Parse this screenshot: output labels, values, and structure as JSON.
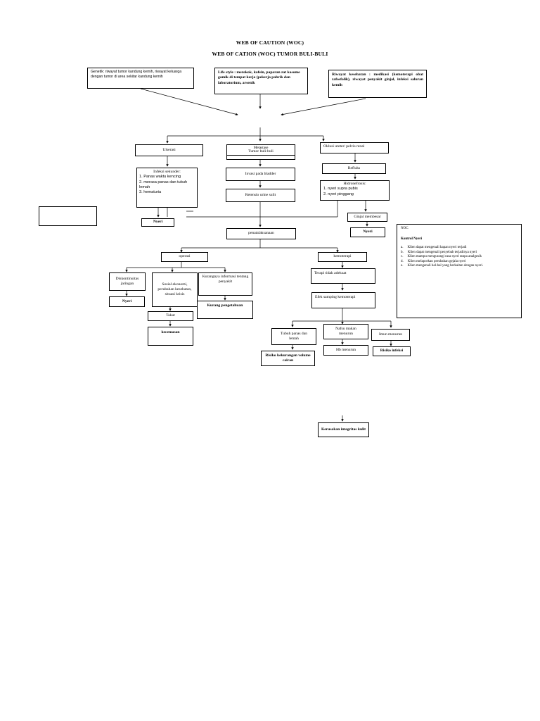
{
  "title1": "WEB OF CAUTION (WOC)",
  "title2": "WEB OF CATION (WOC) TUMOR BULI-BULI",
  "risks": {
    "genetik": "Genetik: riwayat tumor kandung kemih, riwayat keluarga dengan tumor di area sekitar kandung kemih",
    "lifestyle": "Life style : merokok, kafein, paparan zat kasome gamik di tempat kerja (pekerja pabrik dan laboratorium, arsenik",
    "riwayat": "Riwayat kesehatan : medikasi (kemoterapi obat zafosfolik), riwayat penyakit ginjal, infeksi saluran kemih"
  },
  "level1": {
    "ulserasi": "Ulserasi",
    "metastase": "Metastase",
    "tumor": "Tumor buli-buli",
    "oklusi": "Oklusi ureter/ pelvis renal"
  },
  "infeksi": {
    "title": "Infeksi sekunder:",
    "items": [
      "1. Panas waktu kencing",
      "2. merasa panas dan tubuh lemah",
      "3. hematuria"
    ]
  },
  "invasi": "Invasi pada bladder",
  "retensio": "Retensio urine sulit",
  "refluks": "Refluks",
  "hidronefrosis": {
    "title": "Hidronefrosis:",
    "items": [
      "1. nyeri supra pubis",
      "2. nyeri pinggang"
    ]
  },
  "ginjal": "Ginjal membesar",
  "nyeri_left": "Nyeri",
  "nyeri_right": "Nyeri",
  "penatalaksanaan": "penatalaksanaan",
  "operasi": "operasi",
  "kemoterapi": "kemoterapi",
  "diskontinuitas": "Diskontinuitas jaringan",
  "nyeri_op": "Nyeri",
  "sosial": "Sosial ekonomi, perubahan kesehatan, situasi krisis",
  "kurangnya": "Kurangnya informasi tentang penyakit",
  "kurang_pengetahuan": "Kurang pengetahuan",
  "takut": "Takut",
  "kecemasan": "kecemasan",
  "terapi_tidak": "Terapi tidak adekuat",
  "efek": "Efek samping kemoterapi",
  "tubuh_panas": "Tubuh panas dan lemah",
  "nafsu": "Nafsu makan menurun",
  "imun": "Imun menurun",
  "risiko_cairan": "Risiko kekurangan volume cairan",
  "hb": "Hb menurun",
  "risiko_infeksi": "Risiko infeksi",
  "kerusakan": "Kerusakan integritas kulit",
  "noc": {
    "heading": "NOC",
    "subheading": "Kontrol Nyeri",
    "items": [
      {
        "letter": "a.",
        "text": "Klien dapat mengenali kapan nyeri terjadi"
      },
      {
        "letter": "b.",
        "text": "Klien dapat mengenali penyebab terjadinya nyeri"
      },
      {
        "letter": "c.",
        "text": "Klien mampu mengurangi rasa nyeri tanpa analgesik"
      },
      {
        "letter": "d.",
        "text": "Klien melaporkan perubahan gejala nyeri"
      },
      {
        "letter": "e.",
        "text": "Klien mengenali hal-hal yang berkaitan dengan nyeri."
      }
    ]
  }
}
